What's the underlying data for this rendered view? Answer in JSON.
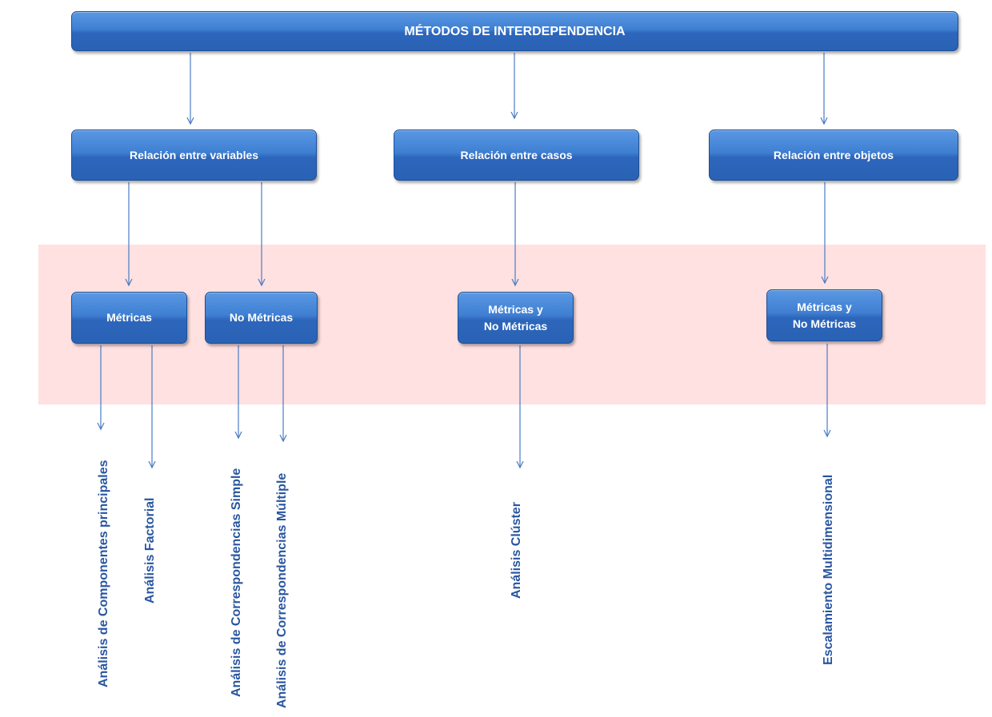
{
  "root": {
    "label": "MÉTODOS DE INTERDEPENDENCIA"
  },
  "relations": [
    {
      "label": "Relación entre variables"
    },
    {
      "label": "Relación entre casos"
    },
    {
      "label": "Relación entre objetos"
    }
  ],
  "types": [
    {
      "label": "Métricas"
    },
    {
      "label": "No Métricas"
    },
    {
      "label": "Métricas y\nNo Métricas"
    },
    {
      "label": "Métricas y\nNo Métricas"
    }
  ],
  "methods": [
    {
      "label": "Análisis de Componentes principales"
    },
    {
      "label": "Análisis Factorial"
    },
    {
      "label": "Análisis de Correspondencias Simple"
    },
    {
      "label": "Análisis de Correspondencias Múltiple"
    },
    {
      "label": "Análisis Clúster"
    },
    {
      "label": "Escalamiento Multidimensional"
    }
  ],
  "colors": {
    "box_fill": "#3f7fd2",
    "box_border": "#1d4e95",
    "band": "#ffe1e1",
    "connector": "#4a7cc4",
    "method_text": "#2855a0"
  }
}
